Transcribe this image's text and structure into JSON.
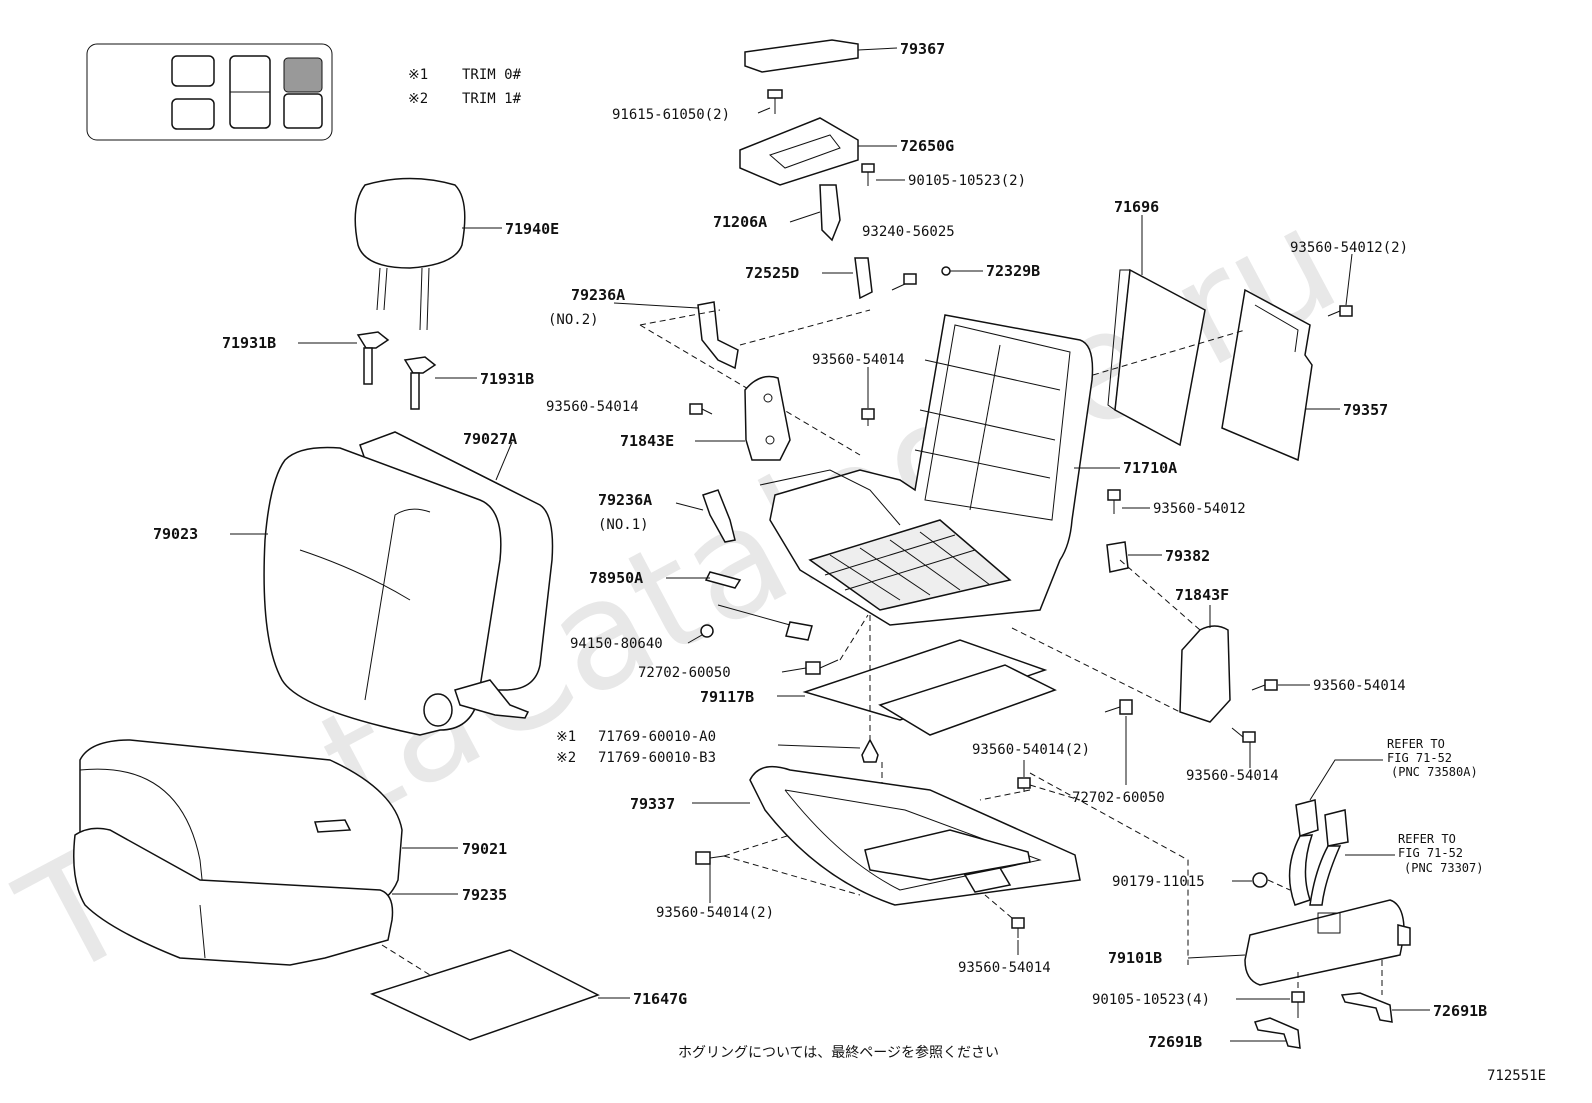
{
  "watermark": "ToyotaCatalogue.ru",
  "legend": {
    "note1_mark": "※1",
    "note1_text": "TRIM 0#",
    "note2_mark": "※2",
    "note2_text": "TRIM 1#"
  },
  "labels": {
    "p79367": "79367",
    "p91615": "91615-61050(2)",
    "p72650G": "72650G",
    "p90105a": "90105-10523(2)",
    "p71206A": "71206A",
    "p93240": "93240-56025",
    "p72525D": "72525D",
    "p72329B": "72329B",
    "p71696": "71696",
    "p93560_12_2": "93560-54012(2)",
    "p71940E": "71940E",
    "p79236A_2": "79236A",
    "no2": "(NO.2)",
    "p71931B_a": "71931B",
    "p71931B_b": "71931B",
    "p93560_14_a": "93560-54014",
    "p93560_14_b": "93560-54014",
    "p79357": "79357",
    "p71843E": "71843E",
    "p79027A": "79027A",
    "p71710A": "71710A",
    "p79023": "79023",
    "p79236A_1": "79236A",
    "no1": "(NO.1)",
    "p93560_12": "93560-54012",
    "p79382": "79382",
    "p78950A": "78950A",
    "p71843F": "71843F",
    "p94150": "94150-80640",
    "p72702_a": "72702-60050",
    "p93560_14_c": "93560-54014",
    "p79117B": "79117B",
    "mark1": "※1",
    "p71769_a": "71769-60010-A0",
    "mark2": "※2",
    "p71769_b": "71769-60010-B3",
    "p93560_14_2a": "93560-54014(2)",
    "p93560_14_d": "93560-54014",
    "refer1_a": "REFER TO",
    "refer1_b": "FIG 71-52",
    "refer1_c": "(PNC 73580A)",
    "p79337": "79337",
    "p72702_b": "72702-60050",
    "refer2_a": "REFER TO",
    "refer2_b": "FIG 71-52",
    "refer2_c": "(PNC 73307)",
    "p79021": "79021",
    "p90179": "90179-11015",
    "p79235": "79235",
    "p93560_14_2b": "93560-54014(2)",
    "p79101B": "79101B",
    "p93560_14_e": "93560-54014",
    "p71647G": "71647G",
    "p90105b": "90105-10523(4)",
    "p72691B_a": "72691B",
    "p72691B_b": "72691B",
    "jp_note": "ホグリングについては、最終ページを参照ください",
    "fig_code": "712551E"
  }
}
